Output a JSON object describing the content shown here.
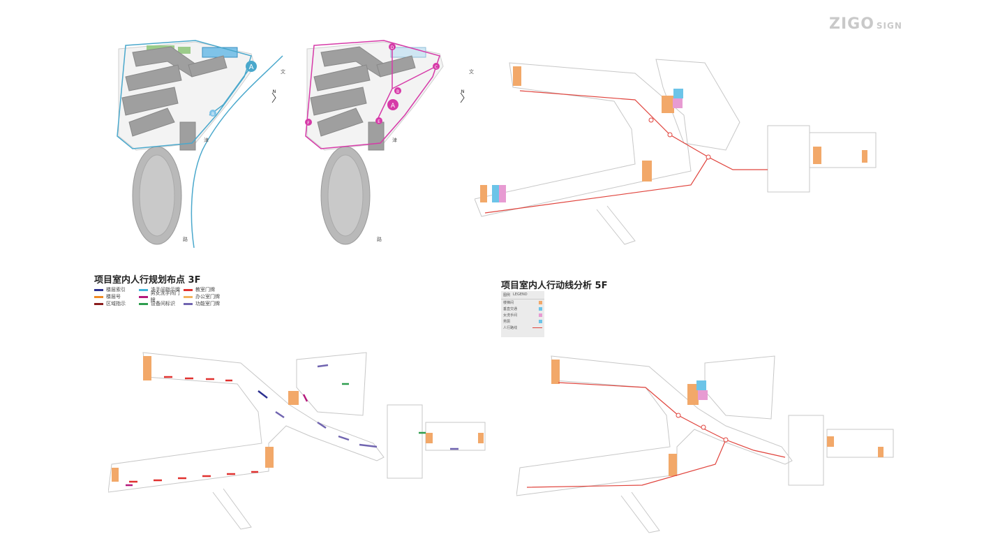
{
  "brand": {
    "name": "ZIGO",
    "suffix": "SIGN"
  },
  "site_labels": {
    "north": "N",
    "road_char_1": "文",
    "road_char_2": "津",
    "road_char_3": "路"
  },
  "route_points_blue": [
    "A",
    "B"
  ],
  "route_points_pink": [
    "D",
    "C",
    "B",
    "A",
    "E",
    "F"
  ],
  "title_3f": "项目室内人行规划布点 3F",
  "legend_3f": [
    {
      "label": "楼层索引",
      "color": "#2b2f8f"
    },
    {
      "label": "洗手间指示牌",
      "color": "#3fb3d9"
    },
    {
      "label": "教室门牌",
      "color": "#e0312f"
    },
    {
      "label": "楼层号",
      "color": "#f08a24"
    },
    {
      "label": "男女洗手间门牌",
      "color": "#b5197c"
    },
    {
      "label": "办公室门牌",
      "color": "#f2b35e"
    },
    {
      "label": "区域指示",
      "color": "#8b1d1d"
    },
    {
      "label": "设备间标识",
      "color": "#2e9d4e"
    },
    {
      "label": "功能室门牌",
      "color": "#7064b0"
    }
  ],
  "title_5f": "项目室内人行动线分析 5F",
  "legend_5f": {
    "header": [
      "图例",
      "LEGEND"
    ],
    "rows": [
      {
        "label": "楼梯间",
        "color": "#f2a869"
      },
      {
        "label": "垂直交通",
        "color": "#6cc4e8"
      },
      {
        "label": "女洗手间",
        "color": "#e79bd2"
      },
      {
        "label": "男厕",
        "color": "#6cc4e8"
      }
    ],
    "line_label": "人行路线",
    "line_color": "#e0433c"
  },
  "colors": {
    "accent_blue": "#4aa8cc",
    "accent_pink": "#d63aa8",
    "route_red": "#e0433c",
    "building": "#a9a9a9"
  }
}
